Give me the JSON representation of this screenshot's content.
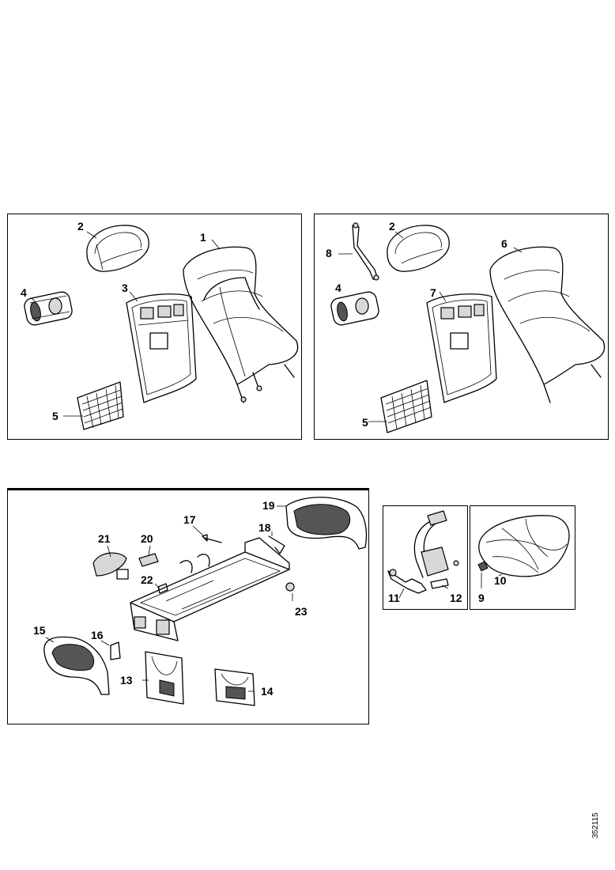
{
  "document_id": "352115",
  "panels": [
    {
      "id": "panel-top-left",
      "callouts": [
        {
          "n": "1",
          "part": "seat-back-cover"
        },
        {
          "n": "2",
          "part": "headrest"
        },
        {
          "n": "3",
          "part": "seat-back-panel"
        },
        {
          "n": "4",
          "part": "lumbar-unit"
        },
        {
          "n": "5",
          "part": "storage-net"
        }
      ]
    },
    {
      "id": "panel-top-right",
      "callouts": [
        {
          "n": "2",
          "part": "headrest"
        },
        {
          "n": "4",
          "part": "lumbar-unit"
        },
        {
          "n": "5",
          "part": "storage-net"
        },
        {
          "n": "6",
          "part": "seat-back-cover"
        },
        {
          "n": "7",
          "part": "seat-back-panel"
        },
        {
          "n": "8",
          "part": "headrest-guide"
        }
      ]
    },
    {
      "id": "panel-bottom-left",
      "callouts": [
        {
          "n": "13",
          "part": "trim-panel"
        },
        {
          "n": "14",
          "part": "trim-panel"
        },
        {
          "n": "15",
          "part": "side-shield-left"
        },
        {
          "n": "16",
          "part": "bracket"
        },
        {
          "n": "17",
          "part": "bolt"
        },
        {
          "n": "18",
          "part": "bracket"
        },
        {
          "n": "19",
          "part": "side-shield-right"
        },
        {
          "n": "20",
          "part": "clip"
        },
        {
          "n": "21",
          "part": "handle"
        },
        {
          "n": "22",
          "part": "screw"
        },
        {
          "n": "23",
          "part": "cap"
        }
      ]
    },
    {
      "id": "panel-belt",
      "callouts": [
        {
          "n": "11",
          "part": "seat-belt"
        },
        {
          "n": "12",
          "part": "belt-buckle"
        }
      ]
    },
    {
      "id": "panel-cushion",
      "callouts": [
        {
          "n": "9",
          "part": "clip"
        },
        {
          "n": "10",
          "part": "seat-cushion"
        }
      ]
    }
  ]
}
